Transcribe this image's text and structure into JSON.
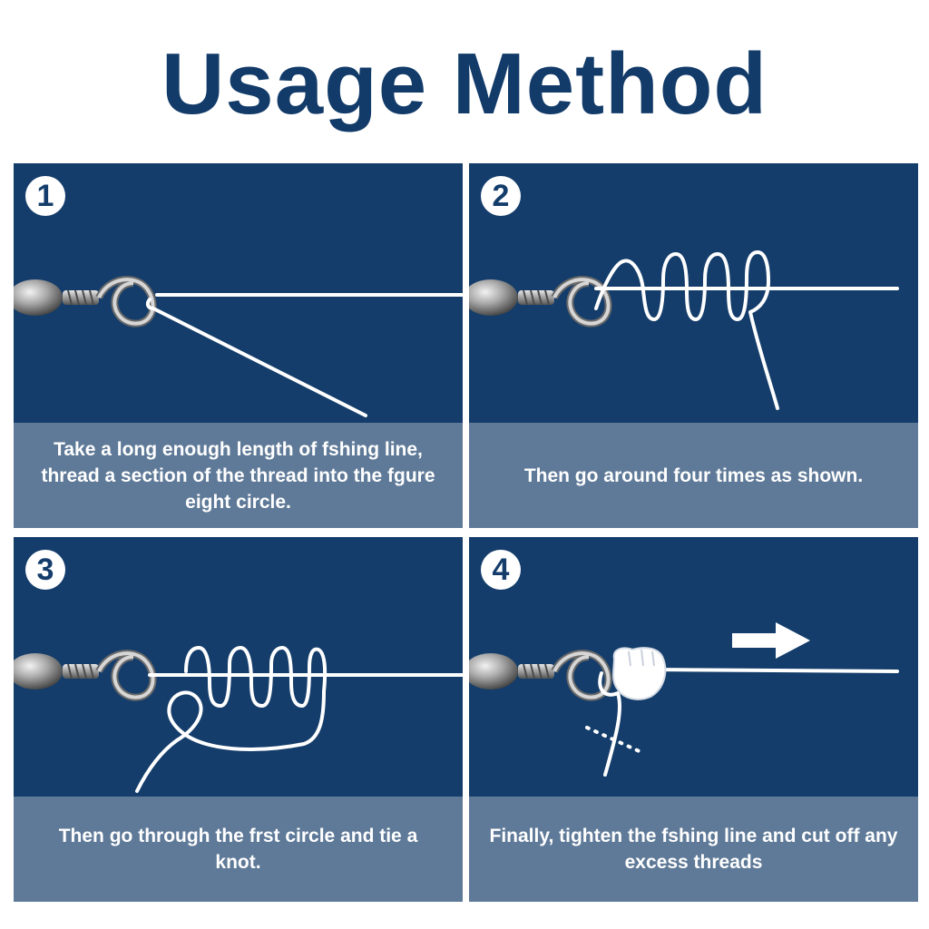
{
  "title": "Usage Method",
  "steps": [
    {
      "number": "1",
      "caption": "Take a long enough length of fshing line, thread a section of the thread into the fgure eight circle."
    },
    {
      "number": "2",
      "caption": "Then go around four times as shown."
    },
    {
      "number": "3",
      "caption": "Then go through the frst circle and tie a knot."
    },
    {
      "number": "4",
      "caption": "Finally, tighten the fshing line and cut off any excess threads"
    }
  ],
  "colors": {
    "title": "#123b69",
    "panel_background": "#143d6b",
    "caption_background": "#5f7a98",
    "line": "#ffffff"
  },
  "icons": [
    "swivel-icon",
    "fishing-line-icon",
    "hand-icon",
    "arrow-right-icon",
    "cut-line-icon"
  ]
}
